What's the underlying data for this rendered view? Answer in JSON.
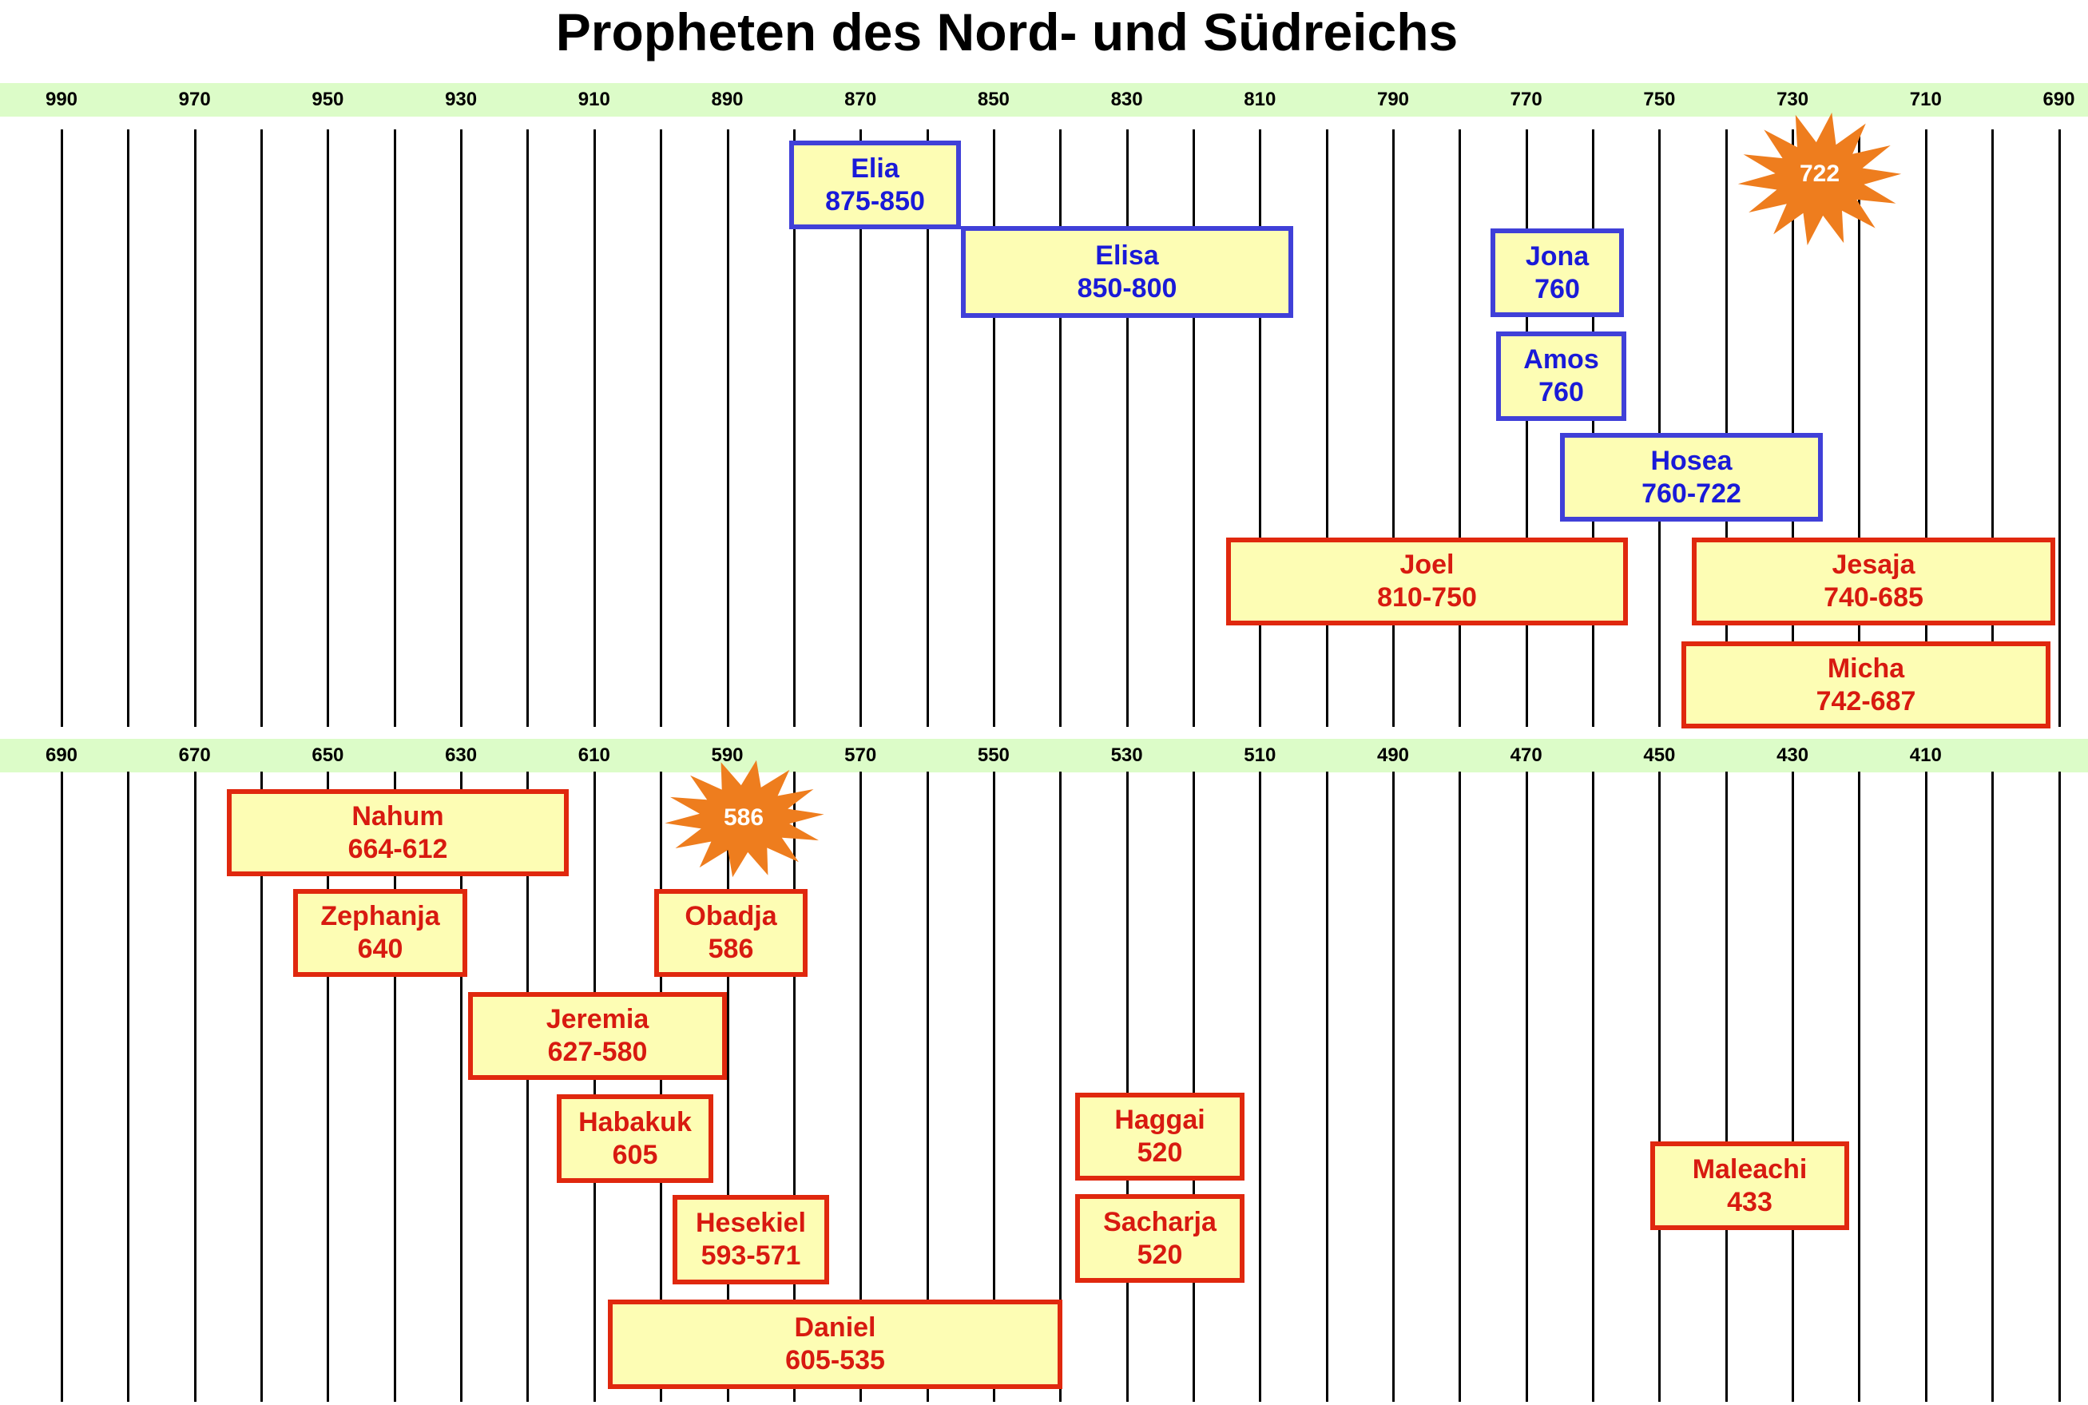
{
  "title": "Propheten des Nord- und Südreichs",
  "colors": {
    "band": "#dcfcc8",
    "box_fill": "#fdfdb4",
    "north_border": "#4040d8",
    "north_text": "#1a1ad8",
    "south_border": "#e0280e",
    "south_text": "#d81a10",
    "burst": "#ee7d1e"
  },
  "top_axis": {
    "labels": [
      "990",
      "970",
      "950",
      "930",
      "910",
      "890",
      "870",
      "850",
      "830",
      "810",
      "790",
      "770",
      "750",
      "730",
      "710",
      "690"
    ]
  },
  "bottom_axis": {
    "labels": [
      "690",
      "670",
      "650",
      "630",
      "610",
      "590",
      "570",
      "550",
      "530",
      "510",
      "490",
      "470",
      "450",
      "430",
      "410"
    ]
  },
  "north_prophets": [
    {
      "name": "Elia",
      "dates": "875-850"
    },
    {
      "name": "Elisa",
      "dates": "850-800"
    },
    {
      "name": "Jona",
      "dates": "760"
    },
    {
      "name": "Amos",
      "dates": "760"
    },
    {
      "name": "Hosea",
      "dates": "760-722"
    }
  ],
  "south_prophets_top": [
    {
      "name": "Joel",
      "dates": "810-750"
    },
    {
      "name": "Jesaja",
      "dates": "740-685"
    },
    {
      "name": "Micha",
      "dates": "742-687"
    }
  ],
  "south_prophets_bottom": [
    {
      "name": "Nahum",
      "dates": "664-612"
    },
    {
      "name": "Zephanja",
      "dates": "640"
    },
    {
      "name": "Obadja",
      "dates": "586"
    },
    {
      "name": "Jeremia",
      "dates": "627-580"
    },
    {
      "name": "Habakuk",
      "dates": "605"
    },
    {
      "name": "Hesekiel",
      "dates": "593-571"
    },
    {
      "name": "Daniel",
      "dates": "605-535"
    },
    {
      "name": "Haggai",
      "dates": "520"
    },
    {
      "name": "Sacharja",
      "dates": "520"
    },
    {
      "name": "Maleachi",
      "dates": "433"
    }
  ],
  "events": [
    {
      "label": "722"
    },
    {
      "label": "586"
    }
  ]
}
